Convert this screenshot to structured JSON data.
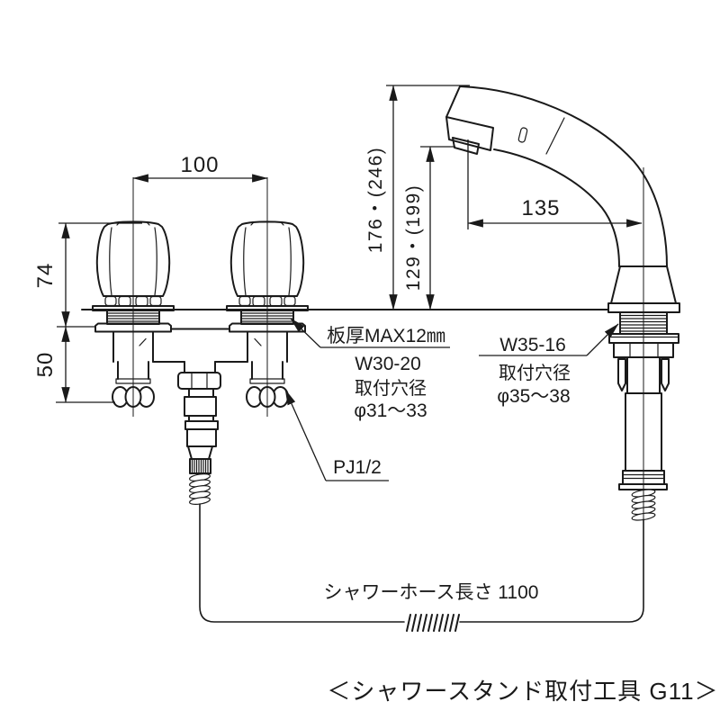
{
  "page": {
    "background": "#ffffff",
    "line_color": "#1a1a1a"
  },
  "dimensions": {
    "handle_pitch": "100",
    "handle_height": "74",
    "under_counter_depth": "50",
    "spout_total_height": "176・(246)",
    "spout_outlet_height": "129・(199)",
    "spout_reach": "135"
  },
  "labels": {
    "counter_thickness": "板厚MAX12㎜",
    "faucet_thread": "W30-20",
    "faucet_hole_title": "取付穴径",
    "faucet_hole_size": "φ31～33",
    "supply_connection": "PJ1/2",
    "spout_thread": "W35-16",
    "spout_hole_title": "取付穴径",
    "spout_hole_size": "φ35～38",
    "hose_length": "シャワーホース長さ 1100"
  },
  "caption": "＜シャワースタンド取付工具 G11＞"
}
